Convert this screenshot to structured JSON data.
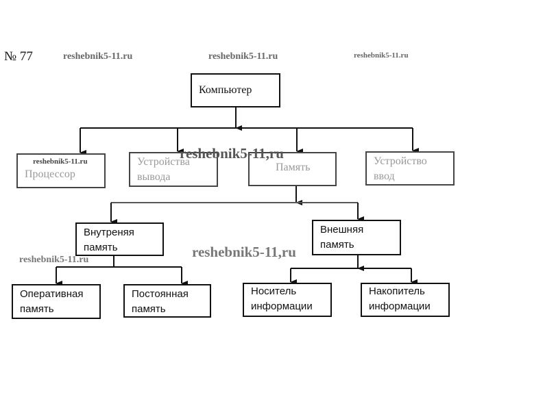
{
  "problem_number": "№ 77",
  "watermark": "reshebnik5-11.ru",
  "watermark_comma": "reshebnik5-11,ru",
  "nodes": {
    "computer": "Компьютер",
    "processor": "Процессор",
    "output": "Устройства вывода",
    "memory": "Память",
    "input": "Устройство ввод",
    "internal": "Внутреняя память",
    "external": "Внешняя память",
    "ram": "Оперативная память",
    "rom": "Постоянная память",
    "carrier": "Носитель информации",
    "storage": "Накопитель информации"
  }
}
